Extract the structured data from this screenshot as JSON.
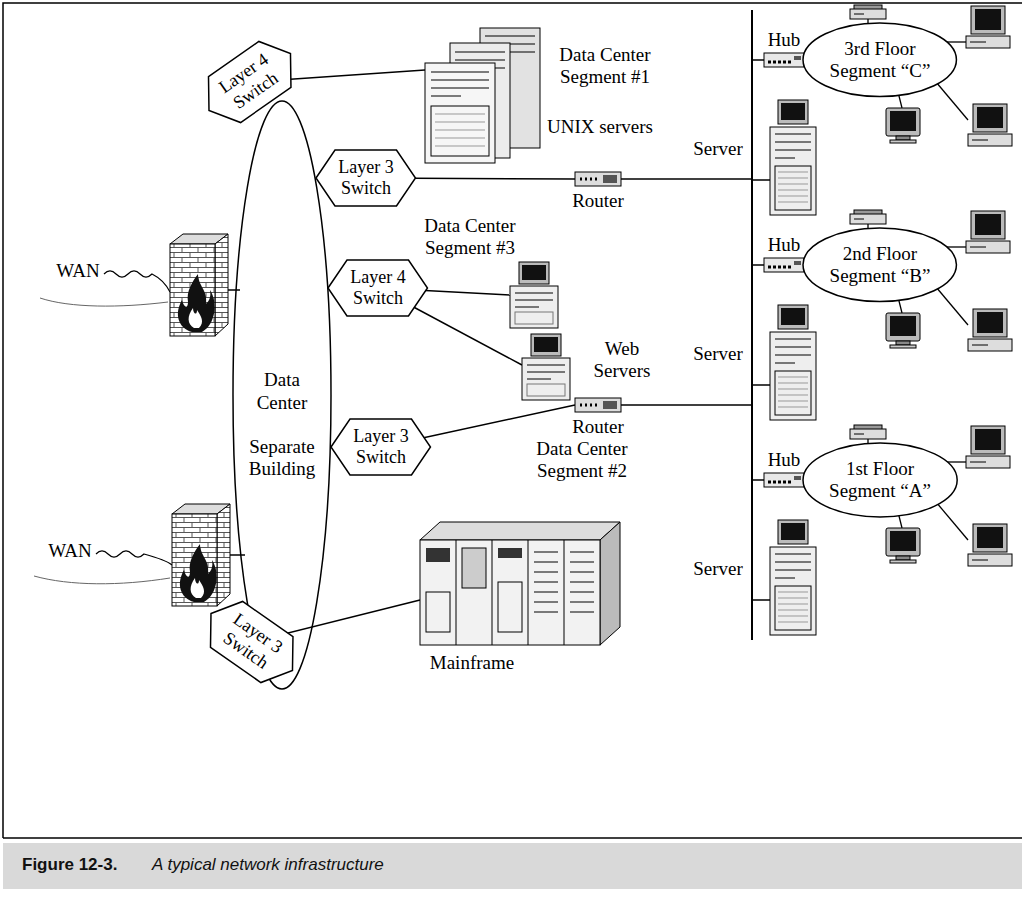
{
  "diagram": {
    "caption": "A typical network infrastructure",
    "nodes": [
      {
        "text": [
          "Data Center",
          "Separate Building"
        ]
      },
      {
        "text": [
          "Layer 4 Switch"
        ]
      },
      {
        "text": [
          "Layer 3 Switch"
        ]
      },
      {
        "text": [
          "Layer 4 Switch"
        ]
      },
      {
        "text": [
          "Layer 3 Switch"
        ]
      },
      {
        "text": [
          "Layer 3 Switch"
        ]
      },
      {
        "text": [
          "3rd Floor Segment “C”"
        ]
      },
      {
        "text": [
          "2nd Floor Segment “B”"
        ]
      },
      {
        "text": [
          "1st Floor Segment “A”"
        ]
      }
    ],
    "labels": [
      "WAN",
      "WAN",
      "Data Center Segment #1",
      "UNIX servers",
      "Data Center Segment #3",
      "Web Servers",
      "Router",
      "Router",
      "Data Center Segment #2",
      "Mainframe",
      "Hub",
      "Hub",
      "Hub",
      "Server",
      "Server",
      "Server",
      "Figure 12-3."
    ]
  }
}
